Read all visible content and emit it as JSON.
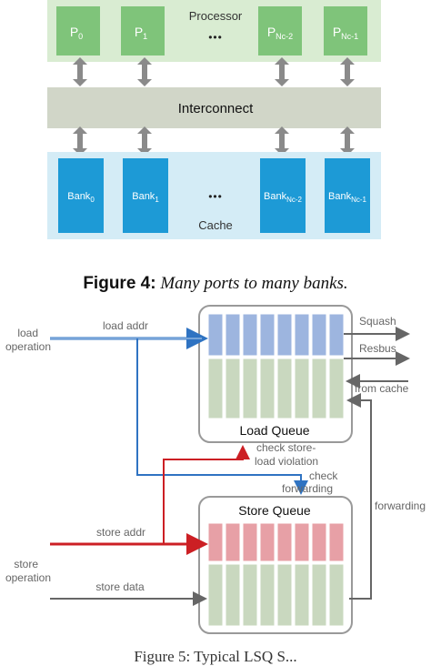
{
  "figure4": {
    "processor_label": "Processor",
    "processors": [
      {
        "base": "P",
        "sub": "0"
      },
      {
        "base": "P",
        "sub": "1"
      },
      {
        "base": "P",
        "sub": "Nc-2"
      },
      {
        "base": "P",
        "sub": "Nc-1"
      }
    ],
    "ellipsis": "•••",
    "interconnect_label": "Interconnect",
    "banks": [
      {
        "base": "Bank",
        "sub": "0"
      },
      {
        "base": "Bank",
        "sub": "1"
      },
      {
        "base": "Bank",
        "sub": "Nc-2"
      },
      {
        "base": "Bank",
        "sub": "Nc-1"
      }
    ],
    "cache_label": "Cache",
    "caption_prefix": "Figure 4:",
    "caption_text": "Many ports to many banks.",
    "colors": {
      "processor_bg": "#d9ecd2",
      "processor_box": "#7fc47a",
      "interconnect": "#d1d6c8",
      "cache_bg": "#d4ecf6",
      "bank_box": "#1d9ad6",
      "arrow": "#8a8a8a"
    }
  },
  "figure5": {
    "load_operation_line1": "load",
    "load_operation_line2": "operation",
    "load_addr": "load addr",
    "squash": "Squash",
    "resbus": "Resbus",
    "from_cache": "from cache",
    "load_queue": "Load Queue",
    "check_store_load_line1": "check store-",
    "check_store_load_line2": "load violation",
    "check_forwarding_line1": "check",
    "check_forwarding_line2": "forwarding",
    "forwarding": "forwarding",
    "store_queue": "Store Queue",
    "store_addr": "store addr",
    "store_operation_line1": "store",
    "store_operation_line2": "operation",
    "store_data": "store data",
    "caption_partial": "Figure 5: Typical LSQ S...",
    "colors": {
      "blue": "#2f73c2",
      "red": "#cc1f24",
      "gray": "#666666",
      "lq_top": "#9db5df",
      "lq_bottom": "#c9d8bf",
      "sq_top": "#e7a0a6",
      "sq_bottom": "#c9d8bf"
    }
  }
}
